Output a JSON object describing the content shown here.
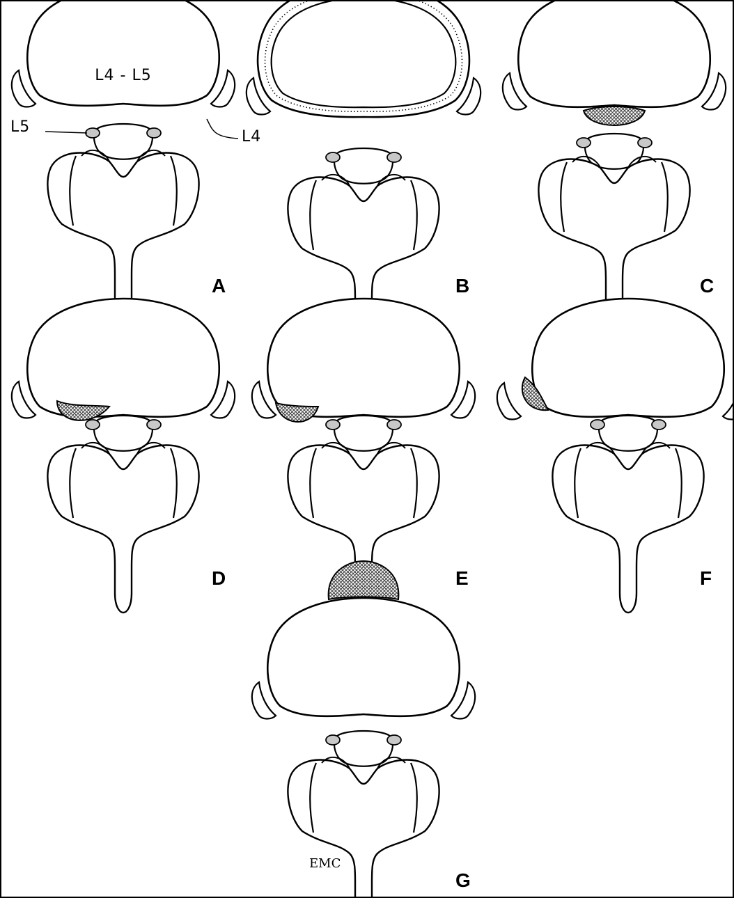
{
  "figure": {
    "panels": [
      {
        "label": "A",
        "herniation": "none",
        "annotations": {
          "level": "L4 - L5",
          "upper_root": "L4",
          "lower_root": "L5"
        }
      },
      {
        "label": "B",
        "herniation": "annular bulge"
      },
      {
        "label": "C",
        "herniation": "central"
      },
      {
        "label": "D",
        "herniation": "posterolateral"
      },
      {
        "label": "E",
        "herniation": "foraminal"
      },
      {
        "label": "F",
        "herniation": "far lateral"
      },
      {
        "label": "G",
        "herniation": "anterior"
      }
    ],
    "signature": "EMC"
  },
  "colors": {
    "line": "#000000",
    "background": "#ffffff",
    "hatch": "#555555",
    "root": "#c8c8c8"
  }
}
